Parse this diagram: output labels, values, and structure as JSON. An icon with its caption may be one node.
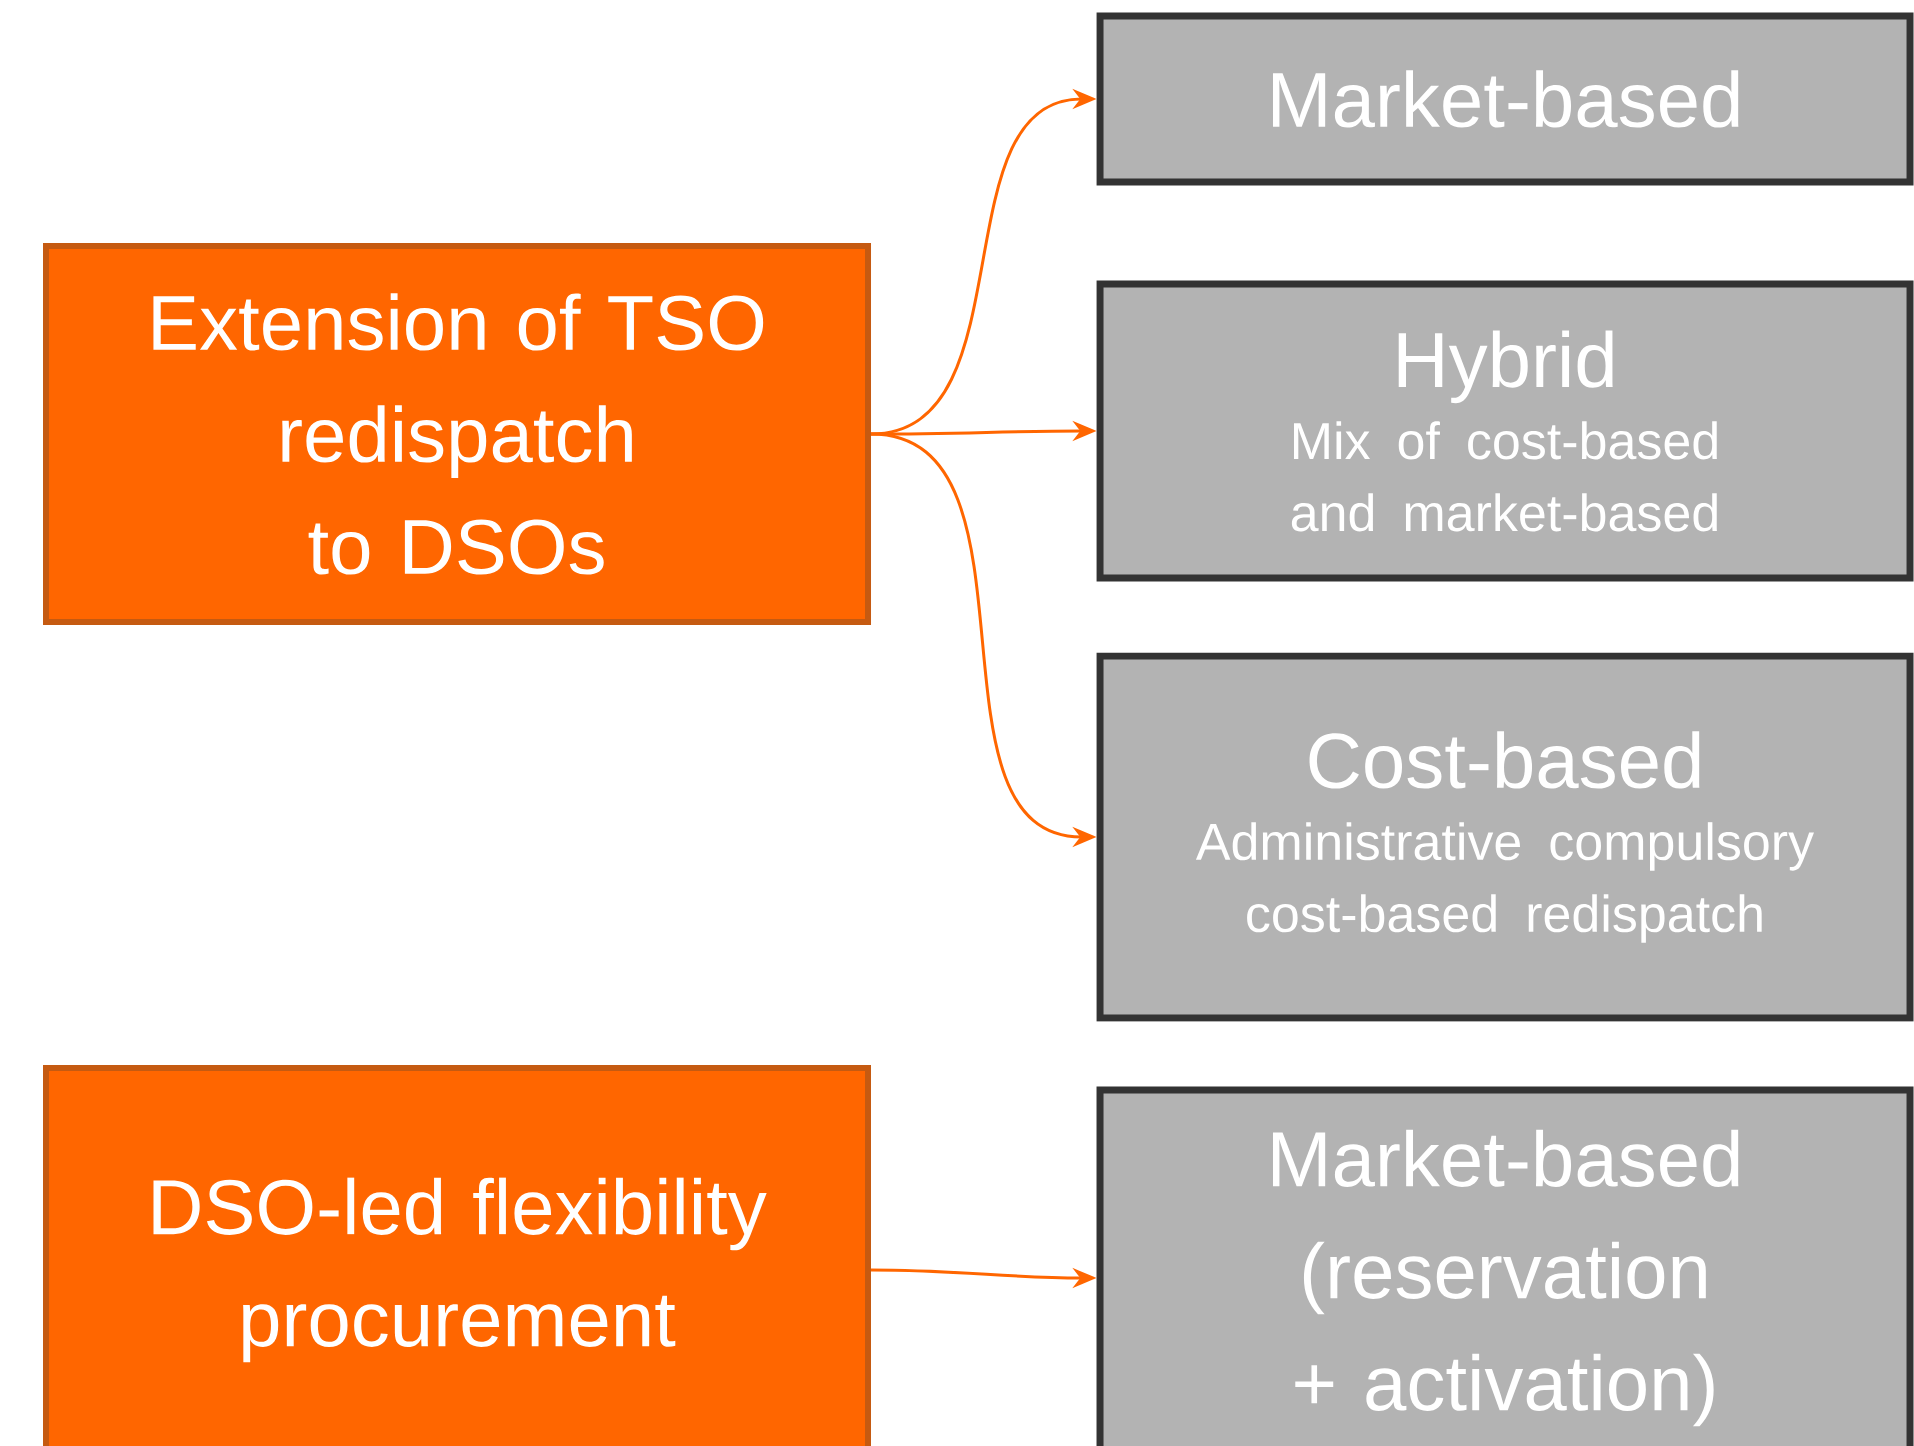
{
  "diagram": {
    "nodes": [
      {
        "text": [
          "Extension of TSO redispatch to DSOs"
        ]
      },
      {
        "text": [
          "Market-based"
        ]
      },
      {
        "text": [
          "Hybrid",
          "Mix of cost-based and market-based"
        ]
      },
      {
        "text": [
          "Cost-based",
          "Administrative compulsory cost-based redispatch"
        ]
      },
      {
        "text": [
          "DSO-led flexibility procurement"
        ]
      },
      {
        "text": [
          "Market-based (reservation + activation)"
        ]
      }
    ],
    "edges": [
      {
        "from": 0,
        "to": 1,
        "arrow": "to"
      },
      {
        "from": 0,
        "to": 2,
        "arrow": "to"
      },
      {
        "from": 0,
        "to": 3,
        "arrow": "to"
      },
      {
        "from": 4,
        "to": 5,
        "arrow": "to"
      }
    ]
  }
}
